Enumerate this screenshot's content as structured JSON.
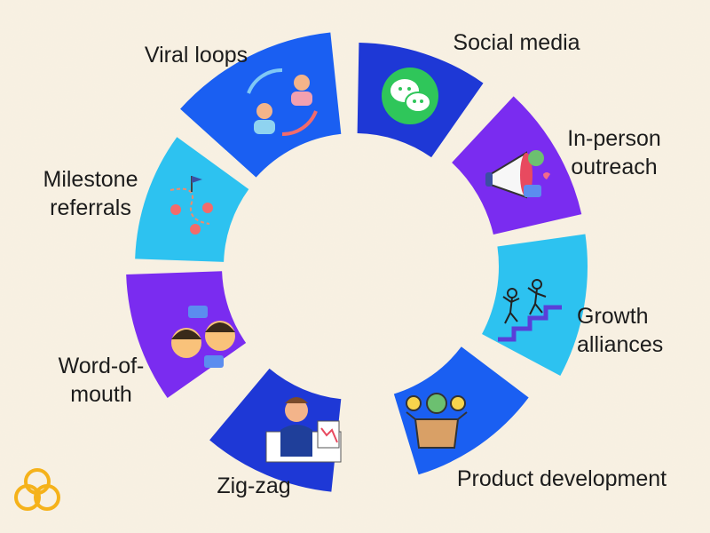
{
  "colors": {
    "background": "#f8f1e3",
    "blue": "#1a5ff2",
    "indigo": "#1e38d6",
    "violet": "#7a2cf0",
    "cyan": "#2dc2f0",
    "logo": "#f5b21a",
    "wechat_green": "#2fc65a"
  },
  "segments": [
    {
      "id": "viral-loops",
      "label": "Viral loops",
      "icon": "people-cycle-icon",
      "color": "#1a5ff2"
    },
    {
      "id": "social-media",
      "label": "Social media",
      "icon": "chat-bubbles-icon",
      "color": "#1e38d6"
    },
    {
      "id": "in-person-outreach",
      "label_lines": [
        "In-person",
        "outreach"
      ],
      "icon": "megaphone-icon",
      "color": "#7a2cf0"
    },
    {
      "id": "growth-alliances",
      "label_lines": [
        "Growth",
        "alliances"
      ],
      "icon": "climbing-people-icon",
      "color": "#2dc2f0"
    },
    {
      "id": "product-development",
      "label": "Product development",
      "icon": "product-box-icon",
      "color": "#1a5ff2"
    },
    {
      "id": "zig-zag",
      "label": "Zig-zag",
      "icon": "shocked-businessman-icon",
      "color": "#1e38d6"
    },
    {
      "id": "word-of-mouth",
      "label_lines": [
        "Word-of-",
        "mouth"
      ],
      "icon": "talking-faces-icon",
      "color": "#7a2cf0"
    },
    {
      "id": "milestone-referrals",
      "label_lines": [
        "Milestone",
        "referrals"
      ],
      "icon": "map-route-icon",
      "color": "#2dc2f0"
    }
  ],
  "logo": {
    "icon": "brand-knot-icon"
  }
}
